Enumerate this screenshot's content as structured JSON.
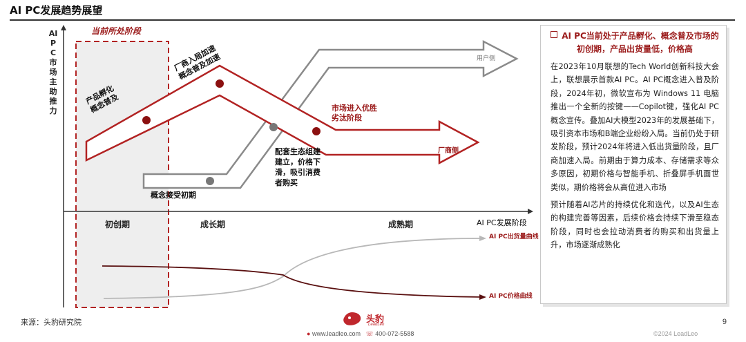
{
  "page": {
    "title": "AI PC发展趋势展望",
    "source": "来源：头豹研究院",
    "page_number": "9",
    "copyright": "©2024 LeadLeo",
    "logo_text": "头豹",
    "logo_sub": "LeadLeo",
    "contact_web": "www.leadleo.com",
    "contact_phone": "400-072-5588"
  },
  "diagram": {
    "y_axis_label": "AI PC市场主助推力",
    "x_axis_label": "AI PC发展阶段",
    "current_stage_label": "当前所处阶段",
    "phases": [
      "初创期",
      "成长期",
      "成熟期"
    ],
    "vendor_side_label": "厂商侧",
    "user_side_label": "用户侧",
    "vendor_milestones": [
      "产品孵化\n概念普及",
      "厂商入局加速\n概念普及加速",
      "市场进入优胜\n劣汰阶段"
    ],
    "user_milestones": [
      "概念接受初期",
      "配套生态组建\n建立，价格下\n滑，吸引消费\n者购买"
    ],
    "shipment_curve_label": "AI PC出货量曲线",
    "price_curve_label": "AI PC价格曲线"
  },
  "note": {
    "heading": "AI PC当前处于产品孵化、概念普及市场的初创期，产品出货量低，价格高",
    "paragraph1": "在2023年10月联想的Tech World创新科技大会上，联想展示首款AI PC。AI PC概念进入普及阶段，2024年初，微软宣布为 Windows 11 电脑推出一个全新的按键——Copilot键，强化AI PC概念宣传。叠加AI大模型2023年的发展基础下，吸引资本市场和B端企业纷纷入局。当前仍处于研发阶段，预计2024年将进入低出货量阶段，且厂商加速入局。前期由于算力成本、存储需求等众多原因，初期价格与智能手机、折叠屏手机面世类似，期价格将会从高位进入市场",
    "paragraph2": "预计随着AI芯片的持续优化和迭代，以及AI生态的构建完善等因素，后续价格会持续下滑至稳态阶段，同时也会拉动消费者的购买和出货量上升，市场逐渐成熟化"
  },
  "colors": {
    "accent_red": "#9b1b1b",
    "dot_red": "#8b1010",
    "dot_gray": "#777777",
    "stage_fill": "#eeeeee"
  }
}
